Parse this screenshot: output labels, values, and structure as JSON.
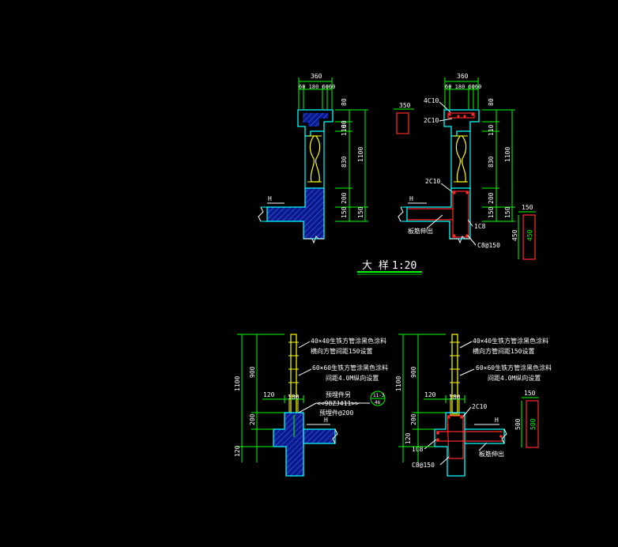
{
  "title": {
    "text": "大 样",
    "scale": "1:20"
  },
  "top_left": {
    "dim_total": "360",
    "dim_parts": "60 180 6060",
    "dims_right": [
      "80",
      "80",
      "110",
      "830",
      "200",
      "150"
    ],
    "dim_outer": "1100",
    "dim_bottom": "150",
    "label_h": "H"
  },
  "top_right": {
    "dim_total": "360",
    "dim_parts": "60 180 6060",
    "rebar_top": "4C10",
    "rebar_2": "2C10",
    "rebar_3": "2C10",
    "dim_box": "350",
    "dims_right": [
      "80",
      "110",
      "830",
      "200",
      "150"
    ],
    "dim_outer": "1100",
    "dim_bottom": "150",
    "label_h": "H",
    "rebar_1c8": "1C8",
    "note_slab": "板筋伸出",
    "stirrup": "C8@150",
    "side_width": "150",
    "side_height": "450",
    "side_height_red": "450"
  },
  "bottom_left": {
    "note1": "40×40生铁方管涂黑色涂料",
    "note2": "横向方管间距150设置",
    "note3": "60×60生铁方管涂黑色涂料",
    "note4": "间距4.0M纵向设置",
    "note5": "预埋件另",
    "note6": "<<98ZJ411>>",
    "note7": "预埋件@200",
    "callout_top": "11-3",
    "callout_bottom": "46",
    "dim_outer": "1100",
    "dim_900": "900",
    "dim_200": "200",
    "dim_120": "120",
    "dim_120b": "120",
    "dim_180": "180",
    "label_h": "H"
  },
  "bottom_right": {
    "note1": "40×40生铁方管涂黑色涂料",
    "note2": "横向方管间距150设置",
    "note3": "60×60生铁方管涂黑色涂料",
    "note4": "间距4.0M纵向设置",
    "dim_outer": "1100",
    "dim_900": "900",
    "dim_200": "200",
    "dim_120": "120",
    "dim_120b": "120",
    "dim_180": "180",
    "rebar_2c10": "2C10",
    "rebar_1c8": "1C8",
    "label_h": "H",
    "stirrup": "C8@150",
    "note_slab": "板筋伸出",
    "side_width": "150",
    "side_height": "500",
    "side_height_red": "500"
  },
  "colors": {
    "background": "#000000",
    "outline": "#00ffff",
    "dimension": "#00ff00",
    "rebar": "#ff2a2a",
    "hatch": "#3355ff",
    "baluster": "#ffff00",
    "text": "#ffffff"
  }
}
